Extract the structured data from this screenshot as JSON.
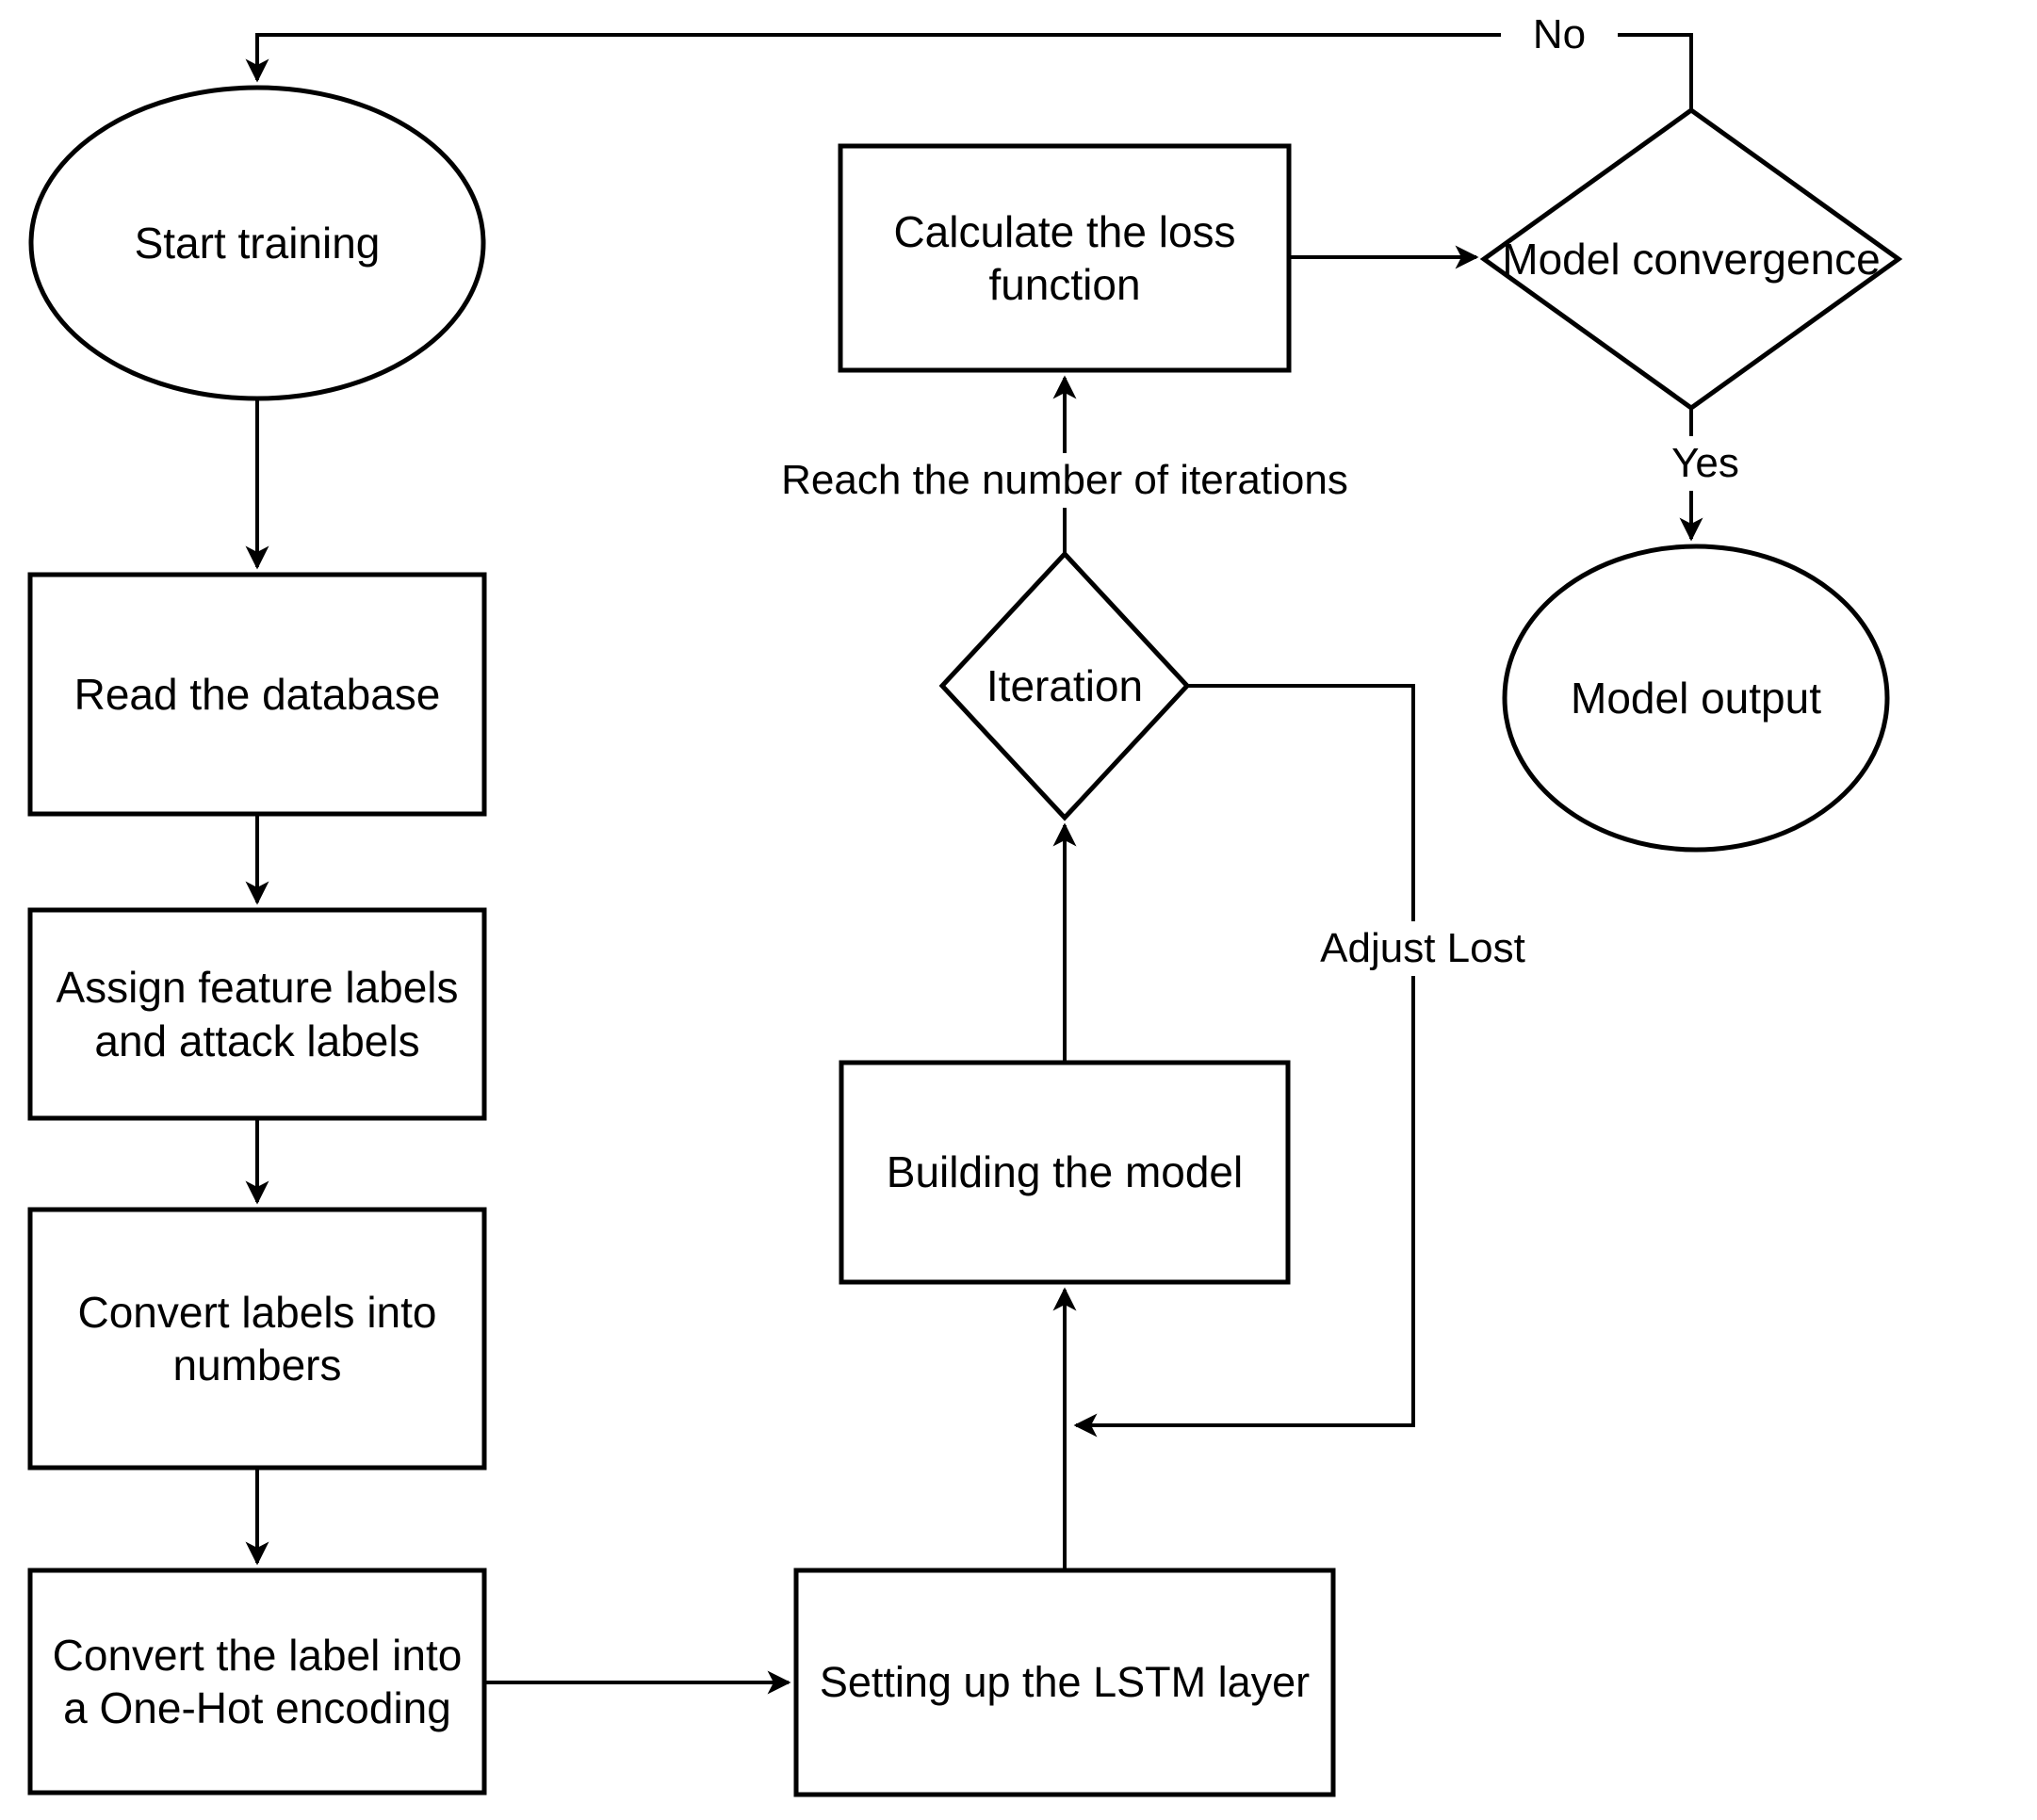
{
  "diagram": {
    "description": "Flowchart of an LSTM model training process",
    "colors": {
      "background": "#ffffff",
      "stroke": "#000000",
      "text": "#000000"
    },
    "nodes": {
      "start": {
        "label": "Start training",
        "shape": "ellipse"
      },
      "read_database": {
        "label": "Read the database",
        "shape": "rect"
      },
      "assign_labels": {
        "label": "Assign feature labels\nand attack labels",
        "shape": "rect"
      },
      "convert_numbers": {
        "label": "Convert labels into\nnumbers",
        "shape": "rect"
      },
      "one_hot": {
        "label": "Convert the label into\na One-Hot encoding",
        "shape": "rect"
      },
      "setup_lstm": {
        "label": "Setting up the LSTM layer",
        "shape": "rect"
      },
      "building_model": {
        "label": "Building the model",
        "shape": "rect"
      },
      "iteration": {
        "label": "Iteration",
        "shape": "diamond"
      },
      "calculate_loss": {
        "label": "Calculate the loss\nfunction",
        "shape": "rect"
      },
      "model_convergence": {
        "label": "Model convergence",
        "shape": "diamond"
      },
      "model_output": {
        "label": "Model output",
        "shape": "ellipse"
      }
    },
    "edge_labels": {
      "no": "No",
      "yes": "Yes",
      "reach_iterations": "Reach the number of iterations",
      "adjust_lost": "Adjust Lost"
    }
  }
}
